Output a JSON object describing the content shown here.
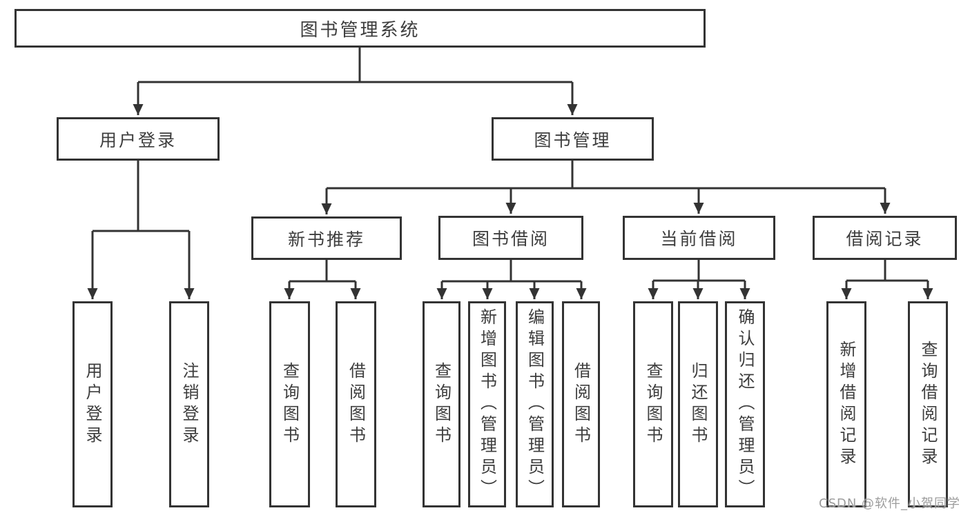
{
  "diagram": {
    "type": "hierarchy",
    "background": "#ffffff",
    "line_color": "#333333",
    "box_border_color": "#333333",
    "box_fill_color": "#ffffff",
    "text_color": "#3d3d3d"
  },
  "nodes": {
    "root": {
      "label": "图书管理系统"
    },
    "user_login": {
      "label": "用户登录"
    },
    "book_mgmt": {
      "label": "图书管理"
    },
    "new_book_rec": {
      "label": "新书推荐"
    },
    "book_borrow": {
      "label": "图书借阅"
    },
    "current_borrow": {
      "label": "当前借阅"
    },
    "borrow_record": {
      "label": "借阅记录"
    },
    "leaf_user_login": {
      "label": "用户登录"
    },
    "leaf_logout": {
      "label": "注销登录"
    },
    "leaf_nb_query": {
      "label": "查询图书"
    },
    "leaf_nb_borrow": {
      "label": "借阅图书"
    },
    "leaf_bb_query": {
      "label": "查询图书"
    },
    "leaf_bb_add": {
      "label": "新增图书（管理员）"
    },
    "leaf_bb_edit": {
      "label": "编辑图书（管理员）"
    },
    "leaf_bb_borrow": {
      "label": "借阅图书"
    },
    "leaf_cb_query": {
      "label": "查询图书"
    },
    "leaf_cb_return": {
      "label": "归还图书"
    },
    "leaf_cb_confirm": {
      "label": "确认归还（管理员）"
    },
    "leaf_br_add": {
      "label": "新增借阅记录"
    },
    "leaf_br_query": {
      "label": "查询借阅记录"
    }
  },
  "tree": {
    "图书管理系统": {
      "用户登录": [
        "用户登录",
        "注销登录"
      ],
      "图书管理": {
        "新书推荐": [
          "查询图书",
          "借阅图书"
        ],
        "图书借阅": [
          "查询图书",
          "新增图书（管理员）",
          "编辑图书（管理员）",
          "借阅图书"
        ],
        "当前借阅": [
          "查询图书",
          "归还图书",
          "确认归还（管理员）"
        ],
        "借阅记录": [
          "新增借阅记录",
          "查询借阅记录"
        ]
      }
    }
  },
  "watermark": {
    "text": "CSDN @软件_小贺同学",
    "color": "#9c9c9c"
  }
}
